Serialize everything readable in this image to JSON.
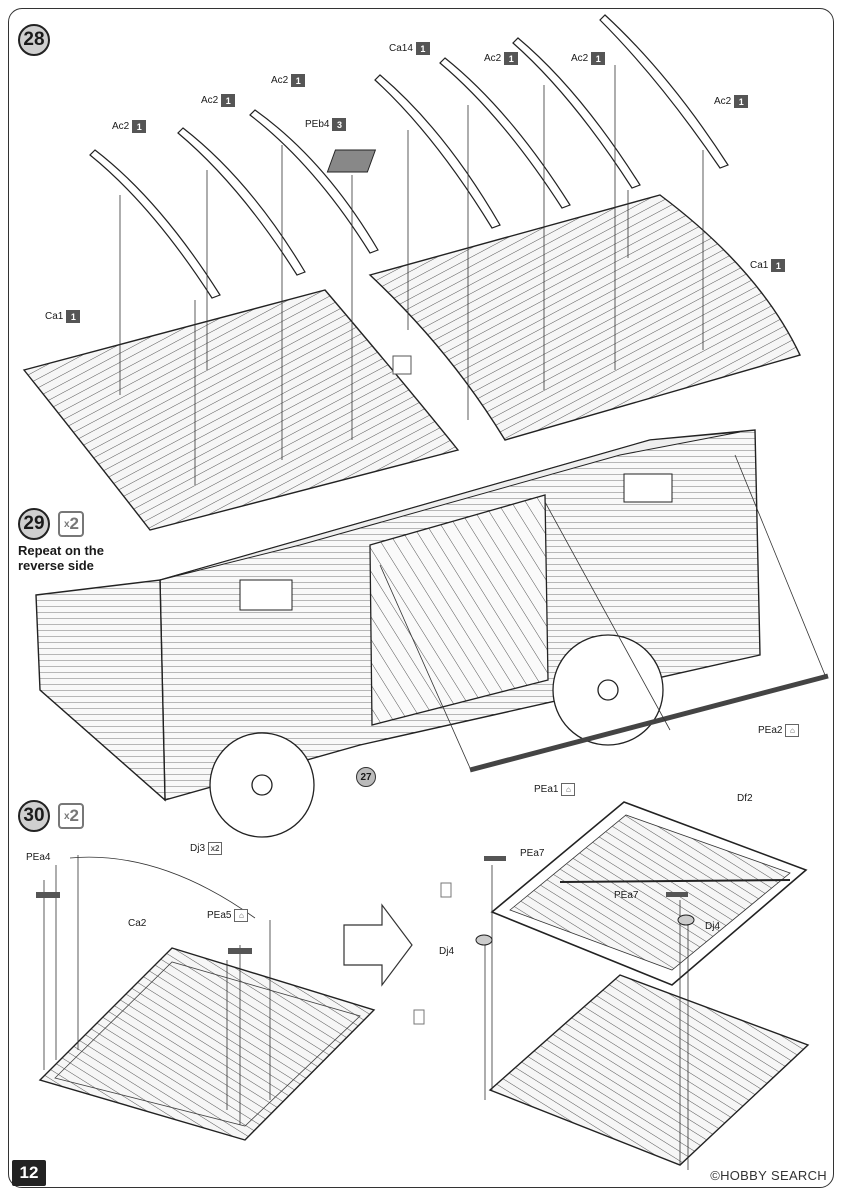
{
  "page_number": "12",
  "watermark": {
    "brand": "HOBBY",
    "suffix": "SEARCH",
    "symbol": "©"
  },
  "steps": [
    {
      "number": "28",
      "multiplier": ""
    },
    {
      "number": "29",
      "multiplier": "2",
      "note": [
        "Repeat on the",
        "reverse side"
      ]
    },
    {
      "number": "30",
      "multiplier": "2"
    }
  ],
  "step28_parts": [
    {
      "code": "Ac2",
      "qty": "1"
    },
    {
      "code": "Ac2",
      "qty": "1"
    },
    {
      "code": "Ac2",
      "qty": "1"
    },
    {
      "code": "PEb4",
      "qty": "3"
    },
    {
      "code": "Ca14",
      "qty": "1"
    },
    {
      "code": "Ac2",
      "qty": "1"
    },
    {
      "code": "Ac2",
      "qty": "1"
    },
    {
      "code": "Ac2",
      "qty": "1"
    },
    {
      "code": "Ca1",
      "qty": "1"
    },
    {
      "code": "Ca1",
      "qty": "1"
    }
  ],
  "step29_parts": [
    {
      "code": "PEa1"
    },
    {
      "code": "PEa2"
    }
  ],
  "subassembly_ref": "27",
  "step30_parts": [
    {
      "code": "PEa4"
    },
    {
      "code": "Dj3",
      "qty": "2"
    },
    {
      "code": "Ca2"
    },
    {
      "code": "PEa5"
    },
    {
      "code": "Df2"
    },
    {
      "code": "PEa7"
    },
    {
      "code": "PEa7"
    },
    {
      "code": "Dj4"
    },
    {
      "code": "Dj4"
    }
  ]
}
